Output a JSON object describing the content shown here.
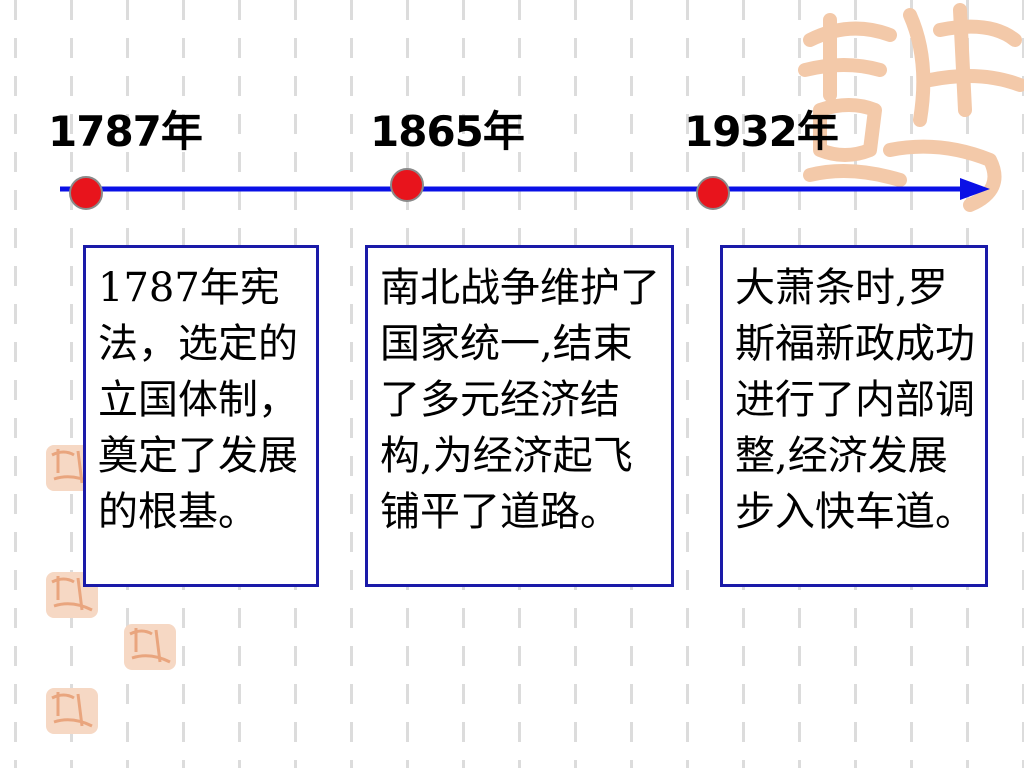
{
  "timeline": {
    "events": [
      {
        "year_label": "1787年",
        "description": "1787年宪法，选定的立国体制，奠定了发展的根基。"
      },
      {
        "year_label": "1865年",
        "description": "南北战争维护了国家统一,结束了多元经济结构,为经济起飞铺平了道路。"
      },
      {
        "year_label": "1932年",
        "description": "大萧条时,罗斯福新政成功进行了内部调整,经济发展步入快车道。"
      }
    ]
  },
  "colors": {
    "timeline_line": "#0a10e6",
    "marker_fill": "#e8141c",
    "marker_stroke": "#8a8a8a",
    "card_border": "#1a1aa8",
    "seal": "#f3c9a9"
  }
}
